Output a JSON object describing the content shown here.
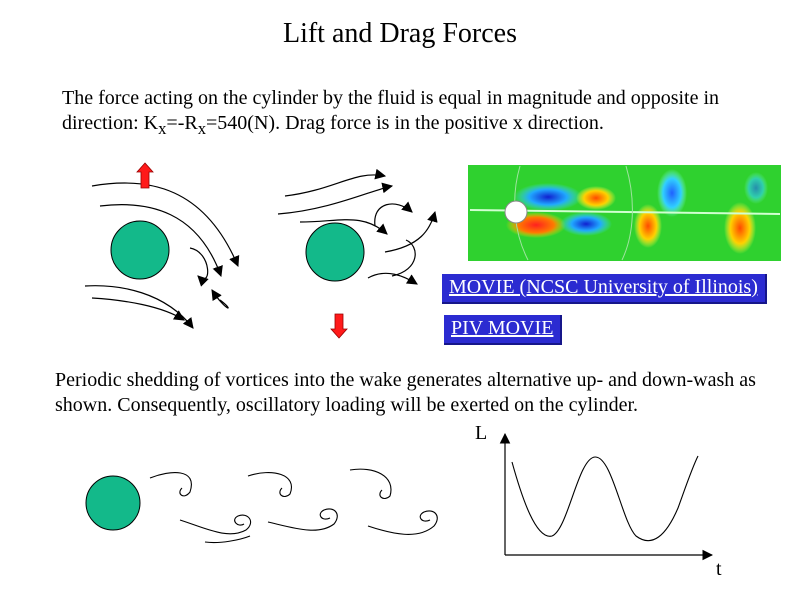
{
  "title": "Lift and Drag Forces",
  "intro": {
    "text_a": "The force acting on the cylinder by the fluid is equal in magnitude and opposite in direction: K",
    "sub_x1": "x",
    "text_b": "=-R",
    "sub_x2": "x",
    "text_c": "=540(N).  Drag force is in the positive x direction."
  },
  "links": {
    "movie_ncsc": "MOVIE (NCSC University of Illinois)",
    "piv_movie": "PIV MOVIE"
  },
  "shedding_text": "Periodic shedding of vortices into the wake generates alternative up- and down-wash as shown.  Consequently, oscillatory loading will be exerted on the cylinder.",
  "graph": {
    "y_label": "L",
    "x_label": "t"
  },
  "colors": {
    "cylinder": "#13b98a",
    "arrow": "#ff1a1a",
    "link_bg": "#2b2bd1",
    "sim_bg": "#2fd12f"
  }
}
